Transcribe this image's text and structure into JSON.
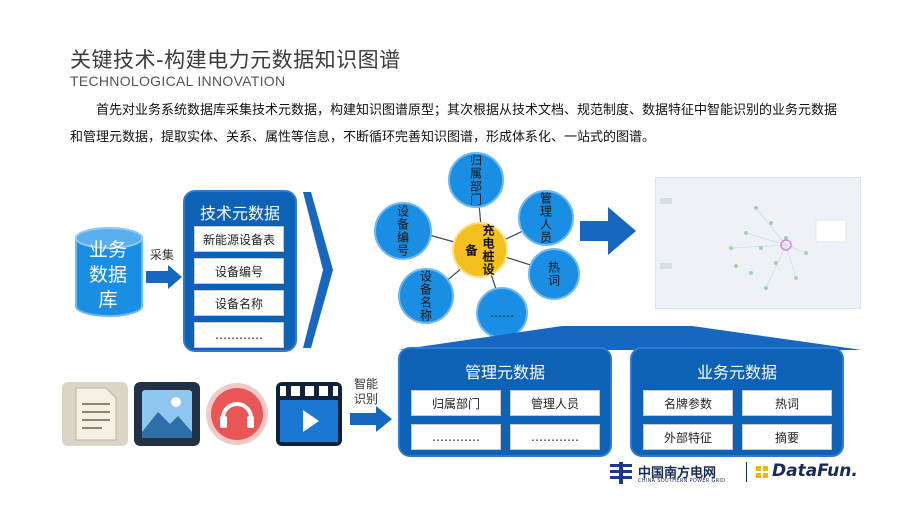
{
  "header": {
    "title": "关键技术-构建电力元数据知识图谱",
    "subtitle": "TECHNOLOGICAL INNOVATION"
  },
  "intro": {
    "text": "首先对业务系统数据库采集技术元数据，构建知识图谱原型；其次根据从技术文档、规范制度、数据特征中智能识别的业务元数据和管理元数据，提取实体、关系、属性等信息，不断循环完善知识图谱，形成体系化、一站式的图谱。"
  },
  "database": {
    "label": "业务数据库"
  },
  "collect_label": "采集",
  "tech_meta": {
    "title": "技术元数据",
    "items": [
      "新能源设备表",
      "设备编号",
      "设备名称",
      "…………"
    ]
  },
  "graph": {
    "center": "充电桩设备",
    "nodes": [
      "归属部门",
      "管理人员",
      "热词",
      "……",
      "设备名称",
      "设备编号"
    ]
  },
  "recognize_label": "智能识别",
  "mgmt_meta": {
    "title": "管理元数据",
    "items": [
      "归属部门",
      "管理人员",
      "…………",
      "…………"
    ]
  },
  "biz_meta": {
    "title": "业务元数据",
    "items": [
      "名牌参数",
      "热词",
      "外部特征",
      "摘要"
    ]
  },
  "logos": {
    "csg_name": "中国南方电网",
    "csg_en": "CHINA SOUTHERN POWER GRID",
    "datafun": "DataFun."
  },
  "colors": {
    "primary": "#0e62b5",
    "bubble": "#1a8ee3",
    "center": "#f4c01e"
  }
}
